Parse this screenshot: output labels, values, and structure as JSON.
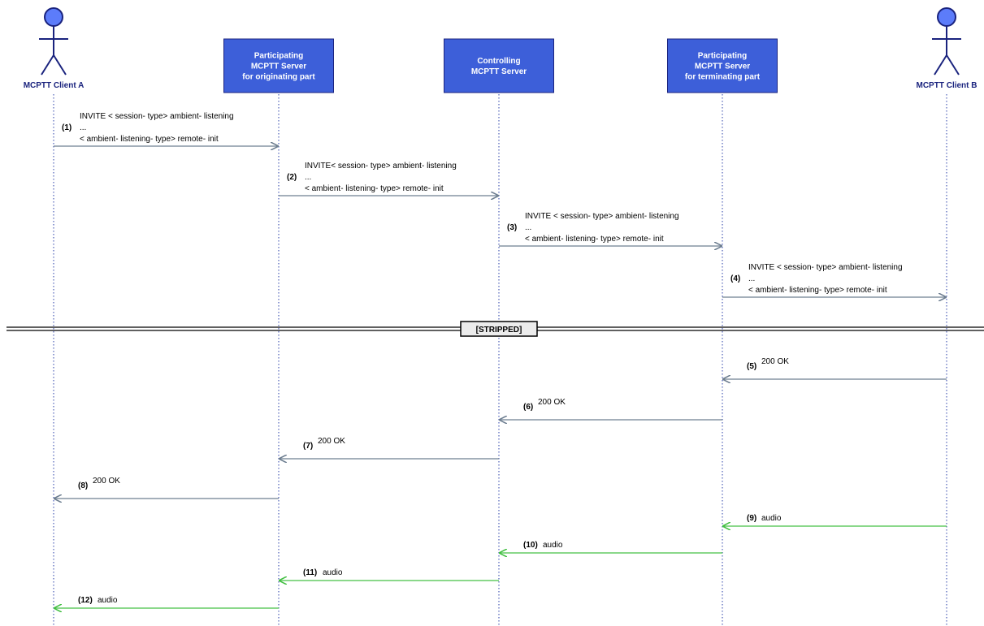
{
  "participants": [
    {
      "id": "client-a",
      "kind": "actor",
      "lines": [
        "MCPTT Client A"
      ]
    },
    {
      "id": "server-orig",
      "kind": "box",
      "lines": [
        "Participating",
        "MCPTT Server",
        "for originating part"
      ]
    },
    {
      "id": "server-ctrl",
      "kind": "box",
      "lines": [
        "Controlling",
        "MCPTT Server"
      ]
    },
    {
      "id": "server-term",
      "kind": "box",
      "lines": [
        "Participating",
        "MCPTT Server",
        "for terminating part"
      ]
    },
    {
      "id": "client-b",
      "kind": "actor",
      "lines": [
        "MCPTT Client B"
      ]
    }
  ],
  "messages": [
    {
      "num": "(1)",
      "from": "client-a",
      "to": "server-orig",
      "kind": "sip",
      "lines": [
        "INVITE < session- type> ambient- listening",
        "...",
        "< ambient- listening- type> remote- init"
      ]
    },
    {
      "num": "(2)",
      "from": "server-orig",
      "to": "server-ctrl",
      "kind": "sip",
      "lines": [
        "INVITE< session- type> ambient- listening",
        "...",
        "< ambient- listening- type> remote- init"
      ]
    },
    {
      "num": "(3)",
      "from": "server-ctrl",
      "to": "server-term",
      "kind": "sip",
      "lines": [
        "INVITE < session- type> ambient- listening",
        "...",
        "< ambient- listening- type> remote- init"
      ]
    },
    {
      "num": "(4)",
      "from": "server-term",
      "to": "client-b",
      "kind": "sip",
      "lines": [
        "INVITE < session- type> ambient- listening",
        "...",
        "< ambient- listening- type> remote- init"
      ]
    },
    {
      "num": "(5)",
      "from": "client-b",
      "to": "server-term",
      "kind": "sip",
      "lines": [
        "200 OK"
      ]
    },
    {
      "num": "(6)",
      "from": "server-term",
      "to": "server-ctrl",
      "kind": "sip",
      "lines": [
        "200 OK"
      ]
    },
    {
      "num": "(7)",
      "from": "server-ctrl",
      "to": "server-orig",
      "kind": "sip",
      "lines": [
        "200 OK"
      ]
    },
    {
      "num": "(8)",
      "from": "server-orig",
      "to": "client-a",
      "kind": "sip",
      "lines": [
        "200 OK"
      ]
    },
    {
      "num": "(9)",
      "from": "client-b",
      "to": "server-term",
      "kind": "media",
      "lines": [
        "audio"
      ]
    },
    {
      "num": "(10)",
      "from": "server-term",
      "to": "server-ctrl",
      "kind": "media",
      "lines": [
        "audio"
      ]
    },
    {
      "num": "(11)",
      "from": "server-ctrl",
      "to": "server-orig",
      "kind": "media",
      "lines": [
        "audio"
      ]
    },
    {
      "num": "(12)",
      "from": "server-orig",
      "to": "client-a",
      "kind": "media",
      "lines": [
        "audio"
      ]
    }
  ],
  "separator": {
    "label": "[STRIPPED]"
  },
  "colors": {
    "actor_fill": "#5c7cfa",
    "actor_stroke": "#1a237e",
    "box_fill": "#3d5fd9",
    "box_stroke": "#1a237e",
    "lifeline": "#2a3fa8",
    "sip_arrow": "#6e7f91",
    "media_arrow": "#44c044"
  }
}
